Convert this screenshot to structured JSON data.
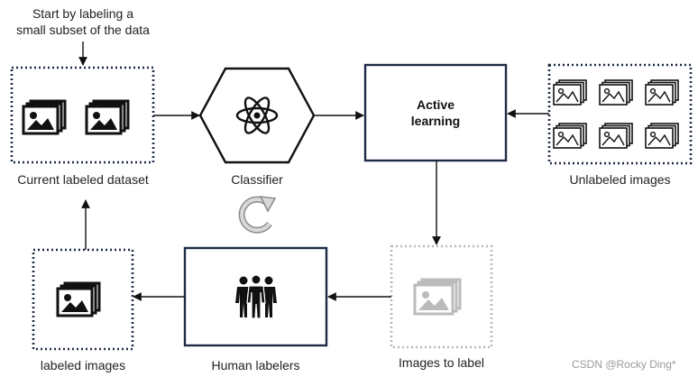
{
  "annotation": {
    "line1": "Start by labeling a",
    "line2": "small subset of the data"
  },
  "nodes": {
    "current_dataset": {
      "label": "Current labeled dataset"
    },
    "classifier": {
      "label": "Classifier"
    },
    "active_learning": {
      "line1": "Active",
      "line2": "learning"
    },
    "unlabeled": {
      "label": "Unlabeled images"
    },
    "images_to_label": {
      "label": "Images to label"
    },
    "human_labelers": {
      "label": "Human labelers"
    },
    "labeled_images": {
      "label": "labeled images"
    }
  },
  "watermark": "CSDN @Rocky Ding*",
  "colors": {
    "box_border": "#1d2b45",
    "dotted_border": "#1d2b45",
    "icon": "#111111",
    "faded_icon": "#b8b8b8",
    "cycle_icon": "#8c8c8c",
    "arrow": "#111111"
  },
  "icons": [
    "image-stack-icon",
    "atom-icon",
    "refresh-cycle-icon",
    "people-icon"
  ]
}
